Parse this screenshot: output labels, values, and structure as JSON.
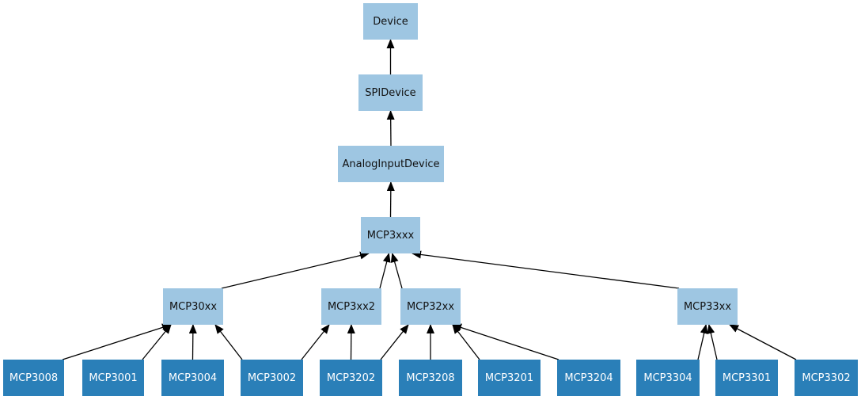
{
  "colors": {
    "abstract_fill": "#9ec6e2",
    "concrete_fill": "#2a7fb8",
    "edge": "#000000"
  },
  "nodes": [
    {
      "id": "device",
      "label": "Device",
      "kind": "abstract"
    },
    {
      "id": "spidevice",
      "label": "SPIDevice",
      "kind": "abstract"
    },
    {
      "id": "analoginputdevice",
      "label": "AnalogInputDevice",
      "kind": "abstract"
    },
    {
      "id": "mcp3xxx",
      "label": "MCP3xxx",
      "kind": "abstract"
    },
    {
      "id": "mcp30xx",
      "label": "MCP30xx",
      "kind": "abstract"
    },
    {
      "id": "mcp3xx2",
      "label": "MCP3xx2",
      "kind": "abstract"
    },
    {
      "id": "mcp32xx",
      "label": "MCP32xx",
      "kind": "abstract"
    },
    {
      "id": "mcp33xx",
      "label": "MCP33xx",
      "kind": "abstract"
    },
    {
      "id": "mcp3008",
      "label": "MCP3008",
      "kind": "concrete"
    },
    {
      "id": "mcp3001",
      "label": "MCP3001",
      "kind": "concrete"
    },
    {
      "id": "mcp3004",
      "label": "MCP3004",
      "kind": "concrete"
    },
    {
      "id": "mcp3002",
      "label": "MCP3002",
      "kind": "concrete"
    },
    {
      "id": "mcp3202",
      "label": "MCP3202",
      "kind": "concrete"
    },
    {
      "id": "mcp3208",
      "label": "MCP3208",
      "kind": "concrete"
    },
    {
      "id": "mcp3201",
      "label": "MCP3201",
      "kind": "concrete"
    },
    {
      "id": "mcp3204",
      "label": "MCP3204",
      "kind": "concrete"
    },
    {
      "id": "mcp3304",
      "label": "MCP3304",
      "kind": "concrete"
    },
    {
      "id": "mcp3301",
      "label": "MCP3301",
      "kind": "concrete"
    },
    {
      "id": "mcp3302",
      "label": "MCP3302",
      "kind": "concrete"
    }
  ],
  "edges": [
    {
      "from": "spidevice",
      "to": "device"
    },
    {
      "from": "analoginputdevice",
      "to": "spidevice"
    },
    {
      "from": "mcp3xxx",
      "to": "analoginputdevice"
    },
    {
      "from": "mcp30xx",
      "to": "mcp3xxx"
    },
    {
      "from": "mcp3xx2",
      "to": "mcp3xxx"
    },
    {
      "from": "mcp32xx",
      "to": "mcp3xxx"
    },
    {
      "from": "mcp33xx",
      "to": "mcp3xxx"
    },
    {
      "from": "mcp3008",
      "to": "mcp30xx"
    },
    {
      "from": "mcp3001",
      "to": "mcp30xx"
    },
    {
      "from": "mcp3004",
      "to": "mcp30xx"
    },
    {
      "from": "mcp3002",
      "to": "mcp30xx"
    },
    {
      "from": "mcp3002",
      "to": "mcp3xx2"
    },
    {
      "from": "mcp3202",
      "to": "mcp3xx2"
    },
    {
      "from": "mcp3202",
      "to": "mcp32xx"
    },
    {
      "from": "mcp3208",
      "to": "mcp32xx"
    },
    {
      "from": "mcp3201",
      "to": "mcp32xx"
    },
    {
      "from": "mcp3204",
      "to": "mcp32xx"
    },
    {
      "from": "mcp3304",
      "to": "mcp33xx"
    },
    {
      "from": "mcp3301",
      "to": "mcp33xx"
    },
    {
      "from": "mcp3302",
      "to": "mcp33xx"
    }
  ]
}
